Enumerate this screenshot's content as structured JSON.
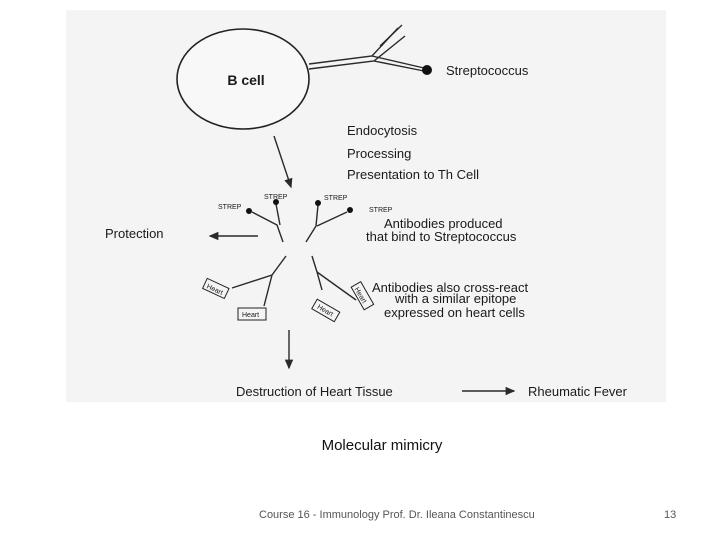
{
  "diagram": {
    "b_cell_label": "B cell",
    "streptococcus_label": "Streptococcus",
    "steps": [
      "Endocytosis",
      "Processing",
      "Presentation to Th Cell"
    ],
    "strep_tag": "STREP",
    "antibodies_produced": [
      "Antibodies produced",
      "that bind to Streptococcus"
    ],
    "protection_label": "Protection",
    "heart_tag": "Heart",
    "cross_react": [
      "Antibodies also cross-react",
      "with a similar epitope",
      "expressed on heart cells"
    ],
    "destruction_label": "Destruction of Heart Tissue",
    "rheumatic_label": "Rheumatic Fever"
  },
  "caption": "Molecular mimicry",
  "footer": {
    "course": "Course 16 - Immunology Prof. Dr. Ileana Constantinescu",
    "page": "13"
  }
}
